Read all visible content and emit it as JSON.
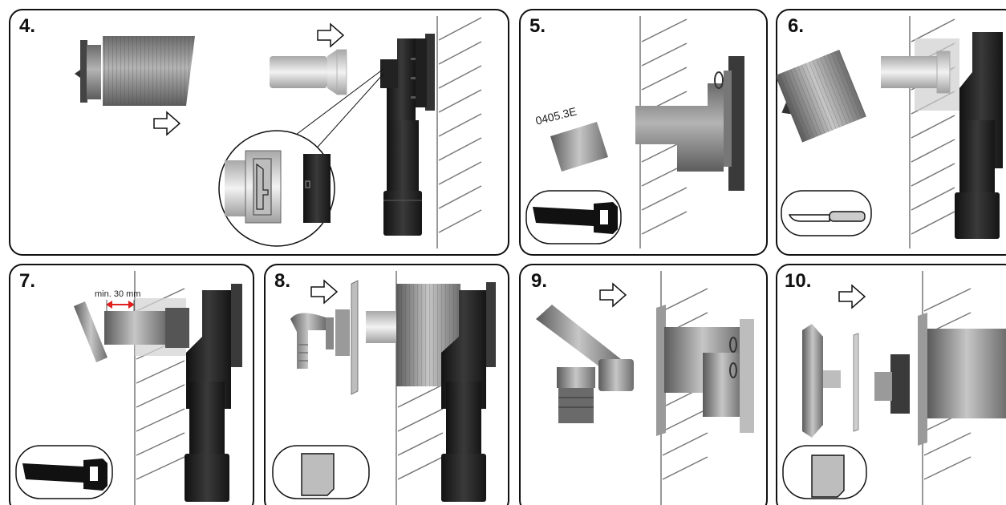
{
  "panels": [
    {
      "id": "4",
      "label": "4."
    },
    {
      "id": "5",
      "label": "5.",
      "part_code": "0405.3E",
      "tool": "saw-icon"
    },
    {
      "id": "6",
      "label": "6.",
      "tool": "knife-icon"
    },
    {
      "id": "7",
      "label": "7.",
      "dimension": "min. 30 mm",
      "tool": "saw-icon"
    },
    {
      "id": "8",
      "label": "8.",
      "tool": "paper-icon"
    },
    {
      "id": "9",
      "label": "9."
    },
    {
      "id": "10",
      "label": "10.",
      "tool": "paper-icon"
    }
  ],
  "colors": {
    "frame": "#111111",
    "wall_hatch": "#777777",
    "dark_part": "#262626",
    "mid_part": "#8a8a8a",
    "light_part": "#d0d0d0",
    "accent_arrow": "#e02020"
  }
}
